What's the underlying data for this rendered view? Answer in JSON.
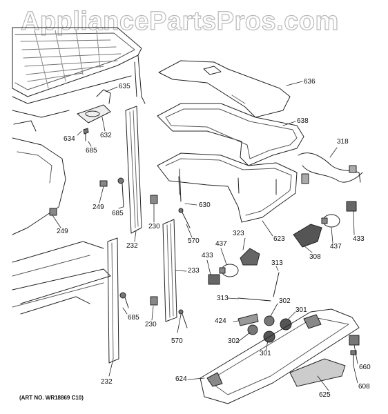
{
  "watermark": "AppliancePartsPros.com",
  "art_number": "(ART NO. WR18869 C10)",
  "callouts": {
    "c636": "636",
    "c635": "635",
    "c638": "638",
    "c632": "632",
    "c634": "634",
    "c685_top": "685",
    "c318": "318",
    "c249_upper": "249",
    "c685_mid": "685",
    "c630": "630",
    "c249_lower": "249",
    "c230_upper": "230",
    "c570_upper": "570",
    "c232_upper": "232",
    "c623": "623",
    "c323": "323",
    "c437_left": "437",
    "c437_right": "437",
    "c433_right": "433",
    "c308": "308",
    "c433_left": "433",
    "c233": "233",
    "c313_upper": "313",
    "c313_lower": "313",
    "c302_upper": "302",
    "c301_upper": "301",
    "c685_low": "685",
    "c230_lower": "230",
    "c424": "424",
    "c302_lower": "302",
    "c301_lower": "301",
    "c570_lower": "570",
    "c660": "660",
    "c608": "608",
    "c624": "624",
    "c232_lower": "232",
    "c625": "625"
  }
}
